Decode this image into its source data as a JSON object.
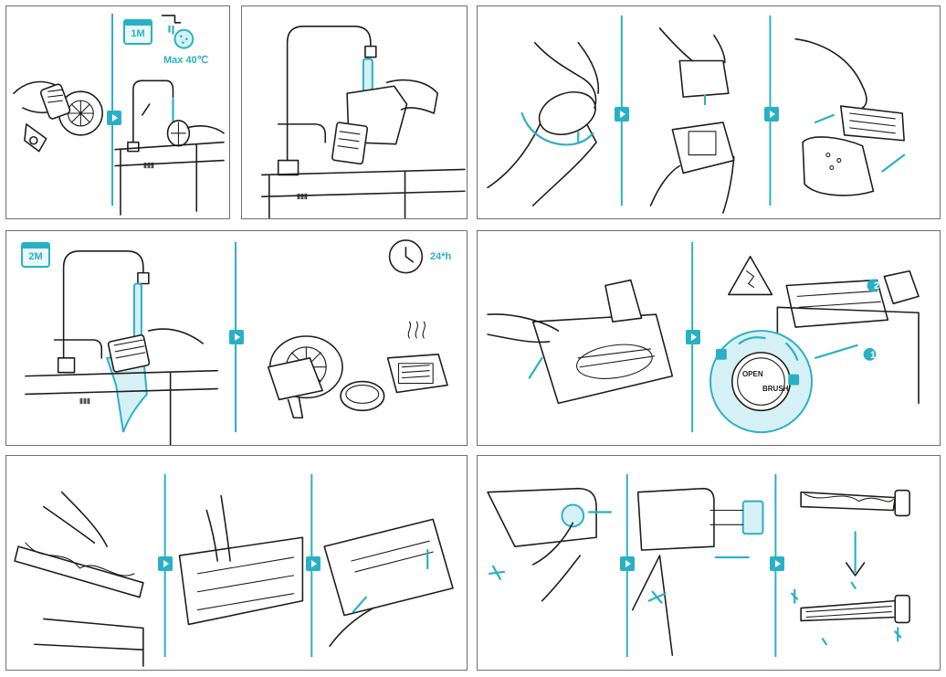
{
  "panel1": {
    "interval": "1M",
    "temperature": "Max 40℃"
  },
  "panel4": {
    "interval": "2M",
    "dry_time": "24*h"
  },
  "panel5": {
    "brush_label": "BRUSH",
    "open_label": "OPEN",
    "step1": "1",
    "step2": "2"
  },
  "brand_mark": "ⅡⅡⅡ",
  "icons": [
    "calendar-icon",
    "water-tap-icon",
    "clock-icon",
    "warning-icon",
    "next-step-arrow-icon",
    "lock-icon",
    "unlock-icon",
    "sparkle-icon"
  ],
  "colors": {
    "accent": "#2ab0c5",
    "ink": "#1d1d1b",
    "frame": "#6f6f6f"
  }
}
